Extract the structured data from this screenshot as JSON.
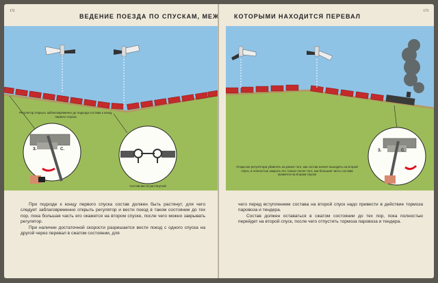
{
  "left_page": {
    "page_number": "172",
    "heading": "ВЕДЕНИЕ ПОЕЗДА ПО СПУСКАМ, МЕЖДУ",
    "callout_regulator": "Регулятор открыть заблаговременно до подхода состава к концу первого спуска",
    "callout_train": "Состав вести растянутый",
    "paragraphs": [
      "При подходе к концу первого спуска состав должен быть растянут, для чего следует заблаговременно открыть регулятор и вести поезд в таком состоянии до тех пор, пока большая часть его окажется на втором спуске, после чего можно закрывать регулятор.",
      "При наличии достаточной скорости разрешается вести поезд с одного спуска на другой через перевал в сжатом состоянии, для"
    ]
  },
  "right_page": {
    "page_number": "173",
    "heading": "КОТОРЫМИ НАХОДИТСЯ ПЕРЕВАЛ",
    "callout_regulator": "Открытие регулятора убавлять на ранее того, как состав начнет выходить на второй спуск, и полностью закрыть его только после того, как большая часть состава окажется на втором спуске",
    "paragraphs": [
      "чего перед вступлением состава на второй спуск надо привести в действие тормоза паровоза и тендера.",
      "Состав должен оставаться в сжатом состоянии до тех пор, пока полностью перейдет на второй спуск, после чего отпустить тормоза паровоза и тендера."
    ]
  },
  "dial_labels": {
    "left_a": "З.",
    "left_b": "С.",
    "right_a": "З.",
    "right_b": "С."
  },
  "colors": {
    "sky": "#8fc3e6",
    "grass": "#9cbc5a",
    "wagon": "#c42a2a",
    "paper": "#efe9da"
  }
}
